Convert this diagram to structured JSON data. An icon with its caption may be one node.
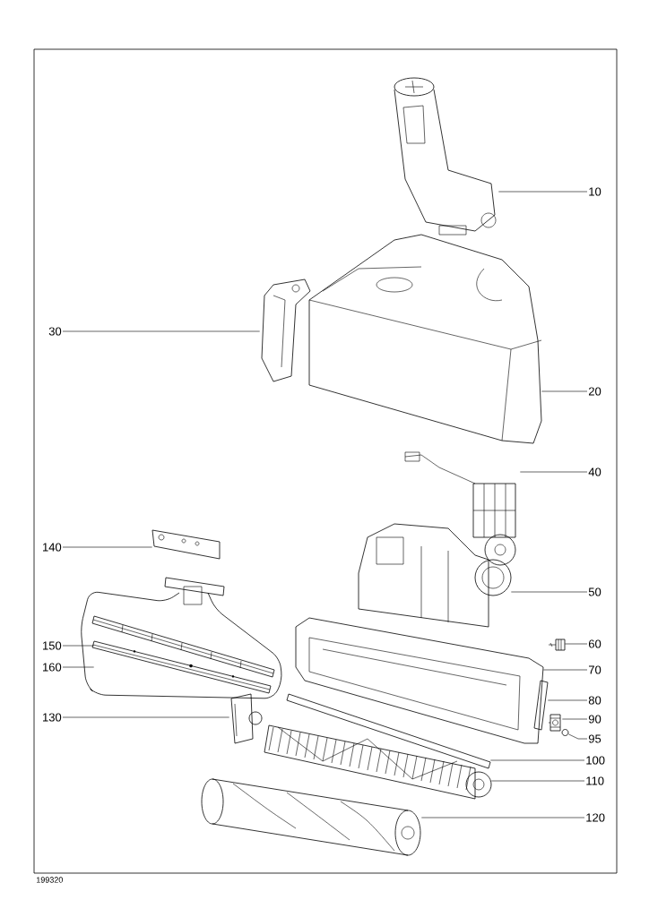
{
  "diagram": {
    "nodes": [
      {
        "text": [
          "10"
        ]
      },
      {
        "text": [
          "20"
        ]
      },
      {
        "text": [
          "30"
        ]
      },
      {
        "text": [
          "40"
        ]
      },
      {
        "text": [
          "50"
        ]
      },
      {
        "text": [
          "60"
        ]
      },
      {
        "text": [
          "70"
        ]
      },
      {
        "text": [
          "80"
        ]
      },
      {
        "text": [
          "90"
        ]
      },
      {
        "text": [
          "95"
        ]
      },
      {
        "text": [
          "100"
        ]
      },
      {
        "text": [
          "110"
        ]
      },
      {
        "text": [
          "120"
        ]
      },
      {
        "text": [
          "130"
        ]
      },
      {
        "text": [
          "140"
        ]
      },
      {
        "text": [
          "150"
        ]
      },
      {
        "text": [
          "160"
        ]
      },
      {
        "text": [],
        "shape": "picture"
      },
      {
        "text": [],
        "shape": "picture"
      },
      {
        "text": [],
        "shape": "picture"
      },
      {
        "text": [],
        "shape": "picture"
      },
      {
        "text": [],
        "shape": "picture"
      },
      {
        "text": [],
        "shape": "picture"
      },
      {
        "text": [],
        "shape": "picture"
      },
      {
        "text": [],
        "shape": "picture"
      },
      {
        "text": [],
        "shape": "picture"
      },
      {
        "text": [],
        "shape": "picture"
      },
      {
        "text": [],
        "shape": "picture"
      },
      {
        "text": [],
        "shape": "picture"
      },
      {
        "text": [],
        "shape": "picture"
      },
      {
        "text": [],
        "shape": "picture"
      },
      {
        "text": [],
        "shape": "picture"
      },
      {
        "text": [],
        "shape": "picture"
      },
      {
        "text": [],
        "shape": "picture"
      }
    ],
    "edges": [
      {
        "from": 0,
        "to": 17,
        "arrow": "none"
      },
      {
        "from": 1,
        "to": 18,
        "arrow": "none"
      },
      {
        "from": 2,
        "to": 19,
        "arrow": "none"
      },
      {
        "from": 3,
        "to": 20,
        "arrow": "none"
      },
      {
        "from": 4,
        "to": 21,
        "arrow": "none"
      },
      {
        "from": 5,
        "to": 22,
        "arrow": "none"
      },
      {
        "from": 6,
        "to": 23,
        "arrow": "none"
      },
      {
        "from": 7,
        "to": 24,
        "arrow": "none"
      },
      {
        "from": 8,
        "to": 25,
        "arrow": "none"
      },
      {
        "from": 9,
        "to": 26,
        "arrow": "none"
      },
      {
        "from": 10,
        "to": 27,
        "arrow": "none"
      },
      {
        "from": 11,
        "to": 28,
        "arrow": "none"
      },
      {
        "from": 12,
        "to": 29,
        "arrow": "none"
      },
      {
        "from": 13,
        "to": 30,
        "arrow": "none"
      },
      {
        "from": 14,
        "to": 31,
        "arrow": "none"
      },
      {
        "from": 15,
        "to": 32,
        "arrow": "none"
      },
      {
        "from": 16,
        "to": 33,
        "arrow": "none"
      }
    ],
    "labels": [
      "199320"
    ]
  }
}
